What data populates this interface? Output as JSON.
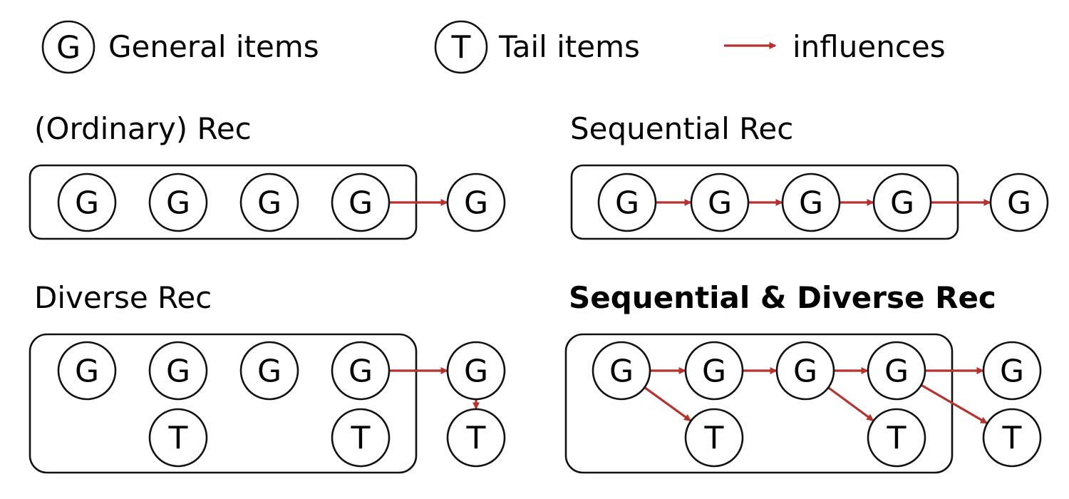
{
  "colors": {
    "influence": "#b5322e",
    "stroke": "#111111",
    "text": "#000000"
  },
  "legend": {
    "general": {
      "symbol": "G",
      "label": "General items"
    },
    "tail": {
      "symbol": "T",
      "label": "Tail items"
    },
    "influence": {
      "label": "influences"
    }
  },
  "panels": {
    "ordinary": {
      "title": "(Ordinary) Rec"
    },
    "sequential": {
      "title": "Sequential Rec"
    },
    "diverse": {
      "title": "Diverse Rec"
    },
    "seq_diverse": {
      "title": "Sequential & Diverse Rec"
    }
  },
  "node_labels": {
    "general": "G",
    "tail": "T"
  }
}
